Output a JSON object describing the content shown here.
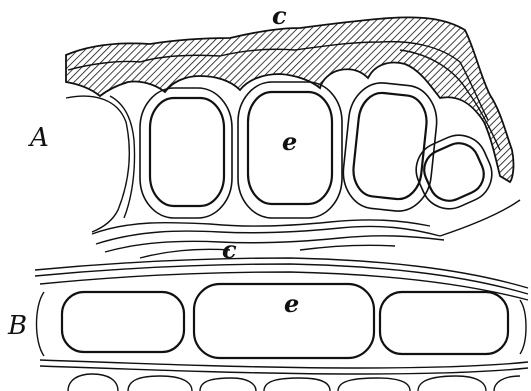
{
  "figure": {
    "panel_a": {
      "label": "A",
      "cuticle_label": "c",
      "epidermis_label": "e"
    },
    "panel_b": {
      "label": "B",
      "cuticle_label": "c",
      "epidermis_label": "e"
    },
    "colors": {
      "ink": "#111111",
      "background": "#ffffff"
    }
  }
}
